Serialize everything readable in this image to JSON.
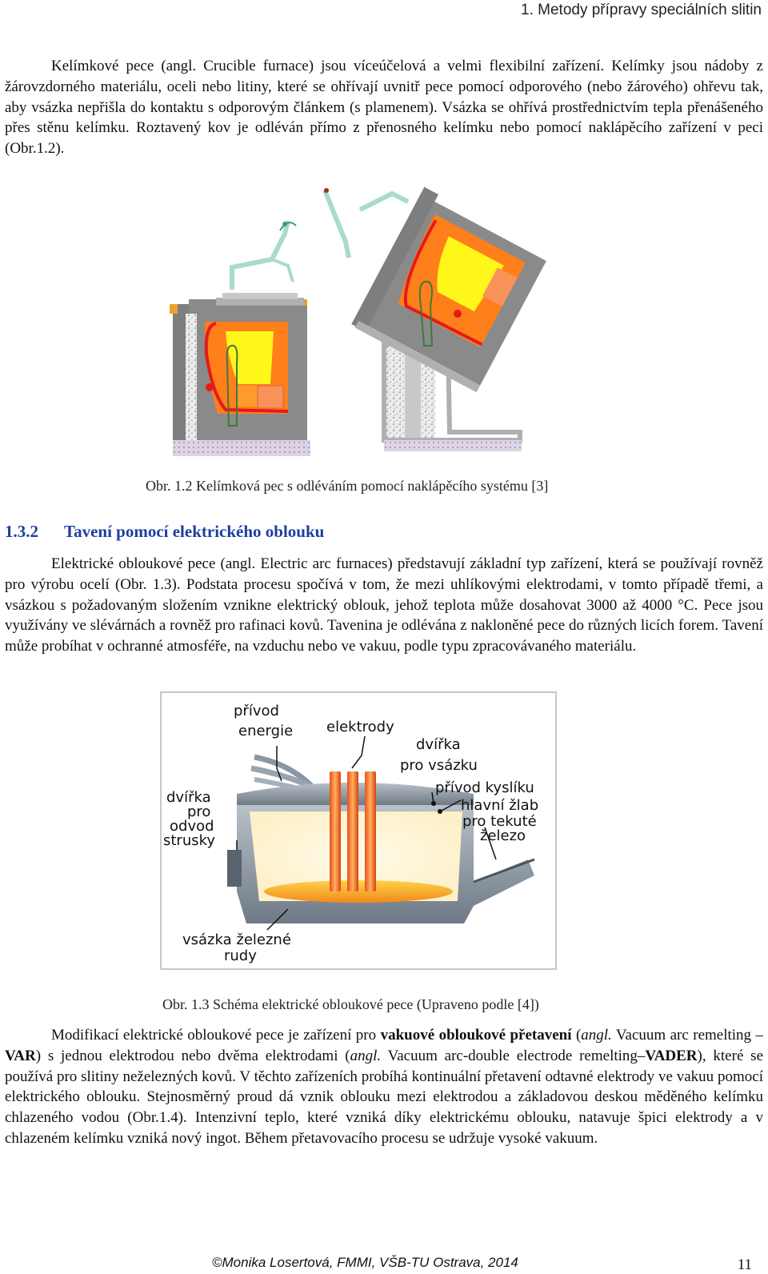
{
  "header": {
    "title": "1. Metody přípravy speciálních slitin"
  },
  "para1": {
    "text": "Kelímkové pece (angl. Crucible furnace) jsou víceúčelová a velmi flexibilní zařízení. Kelímky jsou nádoby z žárovzdorného materiálu, oceli nebo litiny, které se ohřívají uvnitř pece pomocí odporového (nebo žárového) ohřevu tak, aby vsázka nepřišla do kontaktu s odporovým článkem (s plamenem). Vsázka se ohřívá prostřednictvím tepla přenášeného přes stěnu kelímku. Roztavený kov je odléván přímo z přenosného kelímku nebo pomocí naklápěcího zařízení v peci (Obr.1.2)."
  },
  "figure1": {
    "caption": "Obr. 1.2 Kelímková pec s odléváním pomocí naklápěcího systému [3]"
  },
  "section": {
    "number": "1.3.2",
    "title": "Tavení pomocí elektrického oblouku"
  },
  "para2": {
    "text": "Elektrické obloukové pece (angl. Electric arc furnaces) představují základní typ zařízení, která se používají rovněž pro výrobu ocelí (Obr. 1.3). Podstata procesu spočívá v tom, že mezi uhlíkovými elektrodami, v tomto případě třemi, a vsázkou s požadovaným složením vznikne elektrický oblouk, jehož teplota může dosahovat 3000 až 4000 °C. Pece jsou využívány ve slévárnách a rovněž pro rafinaci kovů. Tavenina je odlévána z nakloněné pece do různých licích forem. Tavení může probíhat v ochranné atmosféře, na vzduchu nebo ve vakuu, podle typu zpracovávaného materiálu."
  },
  "figure2": {
    "caption": "Obr. 1.3 Schéma elektrické obloukové pece (Upraveno podle [4])",
    "labels": {
      "privod1": "přívod",
      "privod2": "energie",
      "elektrody": "elektrody",
      "dvirka1": "dvířka",
      "dvirka2": "pro vsázku",
      "kyslik": "přívod kyslíku",
      "zlab1": "hlavní žlab",
      "zlab2": "pro tekuté",
      "zlab3": "železo",
      "strusky1": "dvířka",
      "strusky2": "pro",
      "strusky3": "odvod",
      "strusky4": "strusky",
      "vsazka1": "vsázka železné",
      "vsazka2": "rudy"
    }
  },
  "para3": {
    "p1": "Modifikací elektrické obloukové pece je zařízení pro ",
    "b1": "vakuové obloukové přetavení",
    "p2": " (",
    "i1": "angl.",
    "p3": " Vacuum arc remelting –",
    "b2": "VAR",
    "p4": ") s jednou elektrodou nebo dvěma elektrodami (",
    "i2": "angl.",
    "p5": " Vacuum arc-double electrode remelting–",
    "b3": "VADER",
    "p6": "), které se používá pro slitiny neželezných kovů. V těchto zařízeních probíhá kontinuální přetavení odtavné elektrody ve vakuu pomocí elektrického oblouku. Stejnosměrný proud dá vznik oblouku mezi elektrodou a základovou deskou měděného kelímku chlazeného vodou (Obr.1.4). Intenzivní teplo, které vzniká díky elektrickému oblouku, natavuje špici elektrody a v chlazeném kelímku vzniká nový ingot. Během přetavovacího procesu se udržuje vysoké vakuum."
  },
  "footer": {
    "text": "©Monika Losertová, FMMI, VŠB-TU Ostrava, 2014",
    "page": "11"
  }
}
